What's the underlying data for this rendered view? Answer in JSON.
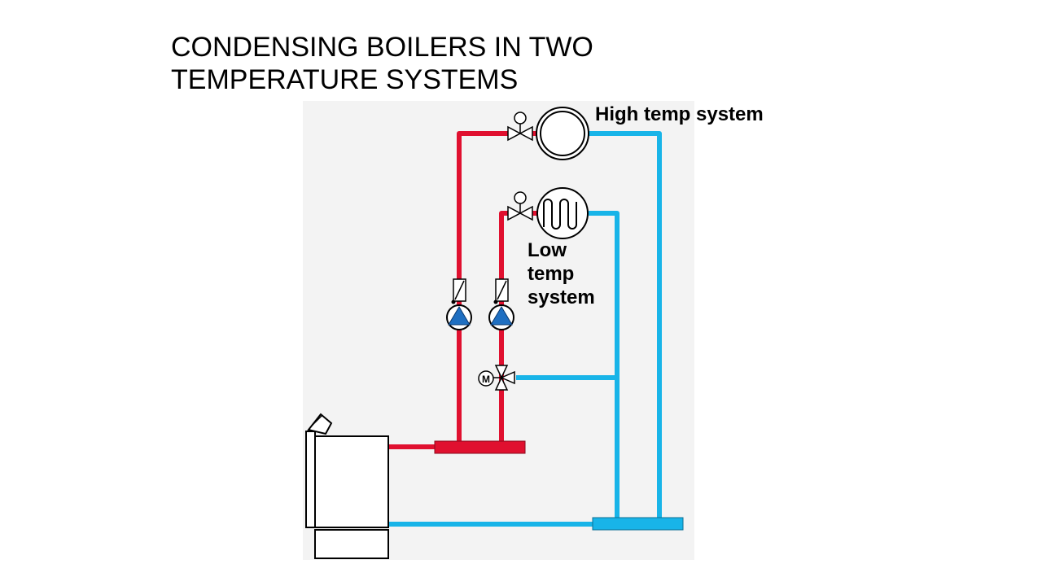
{
  "slide": {
    "title": "CONDENSING BOILERS IN TWO\nTEMPERATURE SYSTEMS"
  },
  "diagram": {
    "labels": {
      "high_temp": "High temp system",
      "low_temp_lines": [
        "Low",
        "temp",
        "system"
      ],
      "motor_valve_letter": "M"
    },
    "colors": {
      "supply_pipe": "#e0102f",
      "return_pipe": "#18b4e8",
      "pump": "#1f6fc1",
      "panel_background": "#f3f3f3"
    },
    "icons": [
      "boiler-icon",
      "radiator-icon",
      "underfloor-heating-coil-icon",
      "thermostatic-valve-icon",
      "circulation-pump-icon",
      "check-valve-icon",
      "motorized-mixing-valve-icon",
      "supply-header-icon",
      "return-header-icon"
    ]
  }
}
